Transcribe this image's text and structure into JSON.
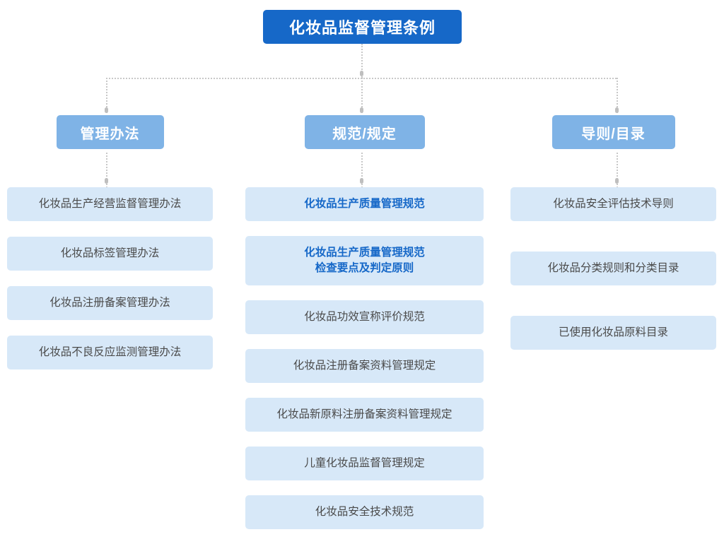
{
  "diagram": {
    "title": "化妆品监督管理条例",
    "colors": {
      "root_background": "#1668c8",
      "root_text": "#ffffff",
      "header_background": "#7fb3e6",
      "header_text": "#ffffff",
      "node_background": "#d7e8f8",
      "node_text": "#4a4a4a",
      "highlight_text": "#1668c8",
      "connector": "#c8c8c8",
      "page_background": "#ffffff"
    },
    "columns": [
      {
        "header": "管理办法",
        "items": [
          {
            "label": "化妆品生产经营监督管理办法",
            "highlight": false
          },
          {
            "label": "化妆品标签管理办法",
            "highlight": false
          },
          {
            "label": "化妆品注册备案管理办法",
            "highlight": false
          },
          {
            "label": "化妆品不良反应监测管理办法",
            "highlight": false
          }
        ]
      },
      {
        "header": "规范/规定",
        "items": [
          {
            "label": "化妆品生产质量管理规范",
            "highlight": true
          },
          {
            "label": "化妆品生产质量管理规范\n检查要点及判定原则",
            "highlight": true,
            "tall": true
          },
          {
            "label": "化妆品功效宣称评价规范",
            "highlight": false
          },
          {
            "label": "化妆品注册备案资料管理规定",
            "highlight": false
          },
          {
            "label": "化妆品新原料注册备案资料管理规定",
            "highlight": false
          },
          {
            "label": "儿童化妆品监督管理规定",
            "highlight": false
          },
          {
            "label": "化妆品安全技术规范",
            "highlight": false
          }
        ]
      },
      {
        "header": "导则/目录",
        "items": [
          {
            "label": "化妆品安全评估技术导则",
            "highlight": false
          },
          {
            "label": "化妆品分类规则和分类目录",
            "highlight": false
          },
          {
            "label": "已使用化妆品原料目录",
            "highlight": false
          }
        ]
      }
    ]
  }
}
